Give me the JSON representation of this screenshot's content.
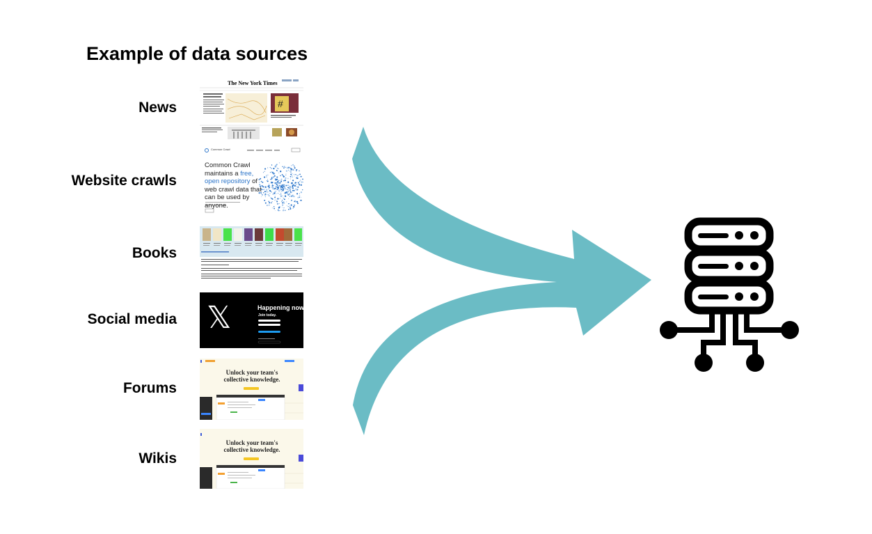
{
  "title": "Example of data sources",
  "sources": [
    {
      "label": "News",
      "thumbnail": {
        "masthead": "The New York Times"
      }
    },
    {
      "label": "Website crawls",
      "thumbnail": {
        "logo": "Common Crawl",
        "headline_lead": "Common Crawl maintains a ",
        "headline_link": "free, open repository",
        "headline_tail": " of web crawl data that can be used by anyone."
      }
    },
    {
      "label": "Books",
      "thumbnail": {}
    },
    {
      "label": "Social media",
      "thumbnail": {
        "logo_glyph": "𝕏",
        "headline": "Happening now",
        "subhead": "Join today."
      }
    },
    {
      "label": "Forums",
      "thumbnail": {
        "headline": "Unlock your team's collective knowledge."
      }
    },
    {
      "label": "Wikis",
      "thumbnail": {
        "headline": "Unlock your team's collective knowledge."
      }
    }
  ],
  "colors": {
    "arrow": "#6bbcc5",
    "icon": "#000000",
    "news_accent": "#e8b84a",
    "crawl_blue": "#2b74c9",
    "forum_yellow": "#f4c623",
    "forum_bg": "#fbf8ea"
  },
  "target_icon": "server-database-icon"
}
